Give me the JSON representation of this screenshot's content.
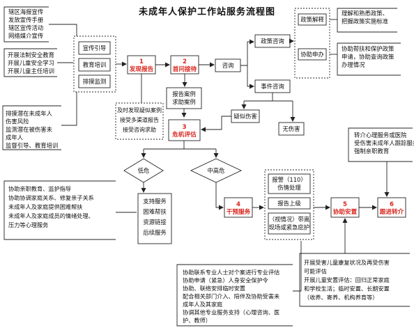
{
  "title": "未成年人保护工作站服务流程图",
  "colors": {
    "accent": "#d8251d",
    "line": "#222222",
    "box_fill": "#ffffff"
  },
  "left_notes": {
    "n1": [
      "辖区海报宣传",
      "发放宣传手册",
      "辖区宣传活动",
      "网络媒介宣传"
    ],
    "n2": [
      "开展法制安全教育",
      "开展儿童安全学习",
      "开展儿童主任培训"
    ],
    "n3": [
      "排摸潜在未成年人",
      "伤害风险",
      "监测潜在被伤害未",
      "成年人",
      "监督引导、教育培训"
    ]
  },
  "channels": [
    "宣传引导",
    "教育培训",
    "排摸监测"
  ],
  "steps": {
    "s1": {
      "num": "1",
      "label": "发现报告"
    },
    "s2": {
      "num": "2",
      "label": "首问接待"
    },
    "s3": {
      "num": "3",
      "label": "危机评估"
    },
    "s4": {
      "num": "4",
      "label": "干预服务"
    },
    "s5": {
      "num": "5",
      "label": "协助安置"
    },
    "s6": {
      "num": "6",
      "label": "跟进转介"
    }
  },
  "consult": "咨询",
  "report_sources": [
    "及时发现疑似案例",
    "接受多渠道报告",
    "接受咨询求助"
  ],
  "report_case": [
    "报告案例",
    "求助案例"
  ],
  "policy_consult": "政策咨询",
  "event_consult": "事件咨询",
  "policy_group": [
    "政策解释",
    "协助申办"
  ],
  "policy_notes": {
    "p1": [
      "理解和熟悉政策、",
      "把握政策实施标准"
    ],
    "p2": [
      "协助帮扶和保护政策",
      "申请，协助查询政策",
      "办理情况"
    ]
  },
  "suspected_harm": "疑似伤害",
  "no_harm": "无伤害",
  "low_risk": "低危",
  "mid_high_risk": "中高危",
  "support_services": [
    "支持服务",
    "困难帮扶",
    "资源链接",
    "后续服务"
  ],
  "low_risk_note": [
    "协助亲职教育、监护指导",
    "协助协调家庭关系、修复亲子关系",
    "未成年人及家庭提供困难帮扶",
    "未成年人及家庭成员的情绪处理、",
    "压力等心理服务"
  ],
  "intervention": {
    "i1": [
      "报警（110）",
      "伤情处理"
    ],
    "i2": [
      "报告上级"
    ],
    "i3": [
      "（视情况）带离",
      "现场或紧急庇护"
    ]
  },
  "intervention_note": [
    "协助联系专业人士对个案进行专业评估",
    "协助申请（紧急）人身安全保护令",
    "协助、联络安排临时安置",
    "配合相关部门介入、陪伴及协助受害未",
    "成年人及其家庭",
    "协调其他专业服务支持（心理咨询、医",
    "护、教师）"
  ],
  "referral_note": [
    "转介心理服务或医院",
    "受伤害未成年人跟踪服务",
    "强制亲职教育"
  ],
  "placement_note": [
    "开展受害儿童康复状况及再受伤害",
    "可能评估",
    "开展儿童安置评估：回归正常家庭",
    "和学校生活；临时安置、长期安置",
    "（收养、寄养、机构养育等）"
  ]
}
